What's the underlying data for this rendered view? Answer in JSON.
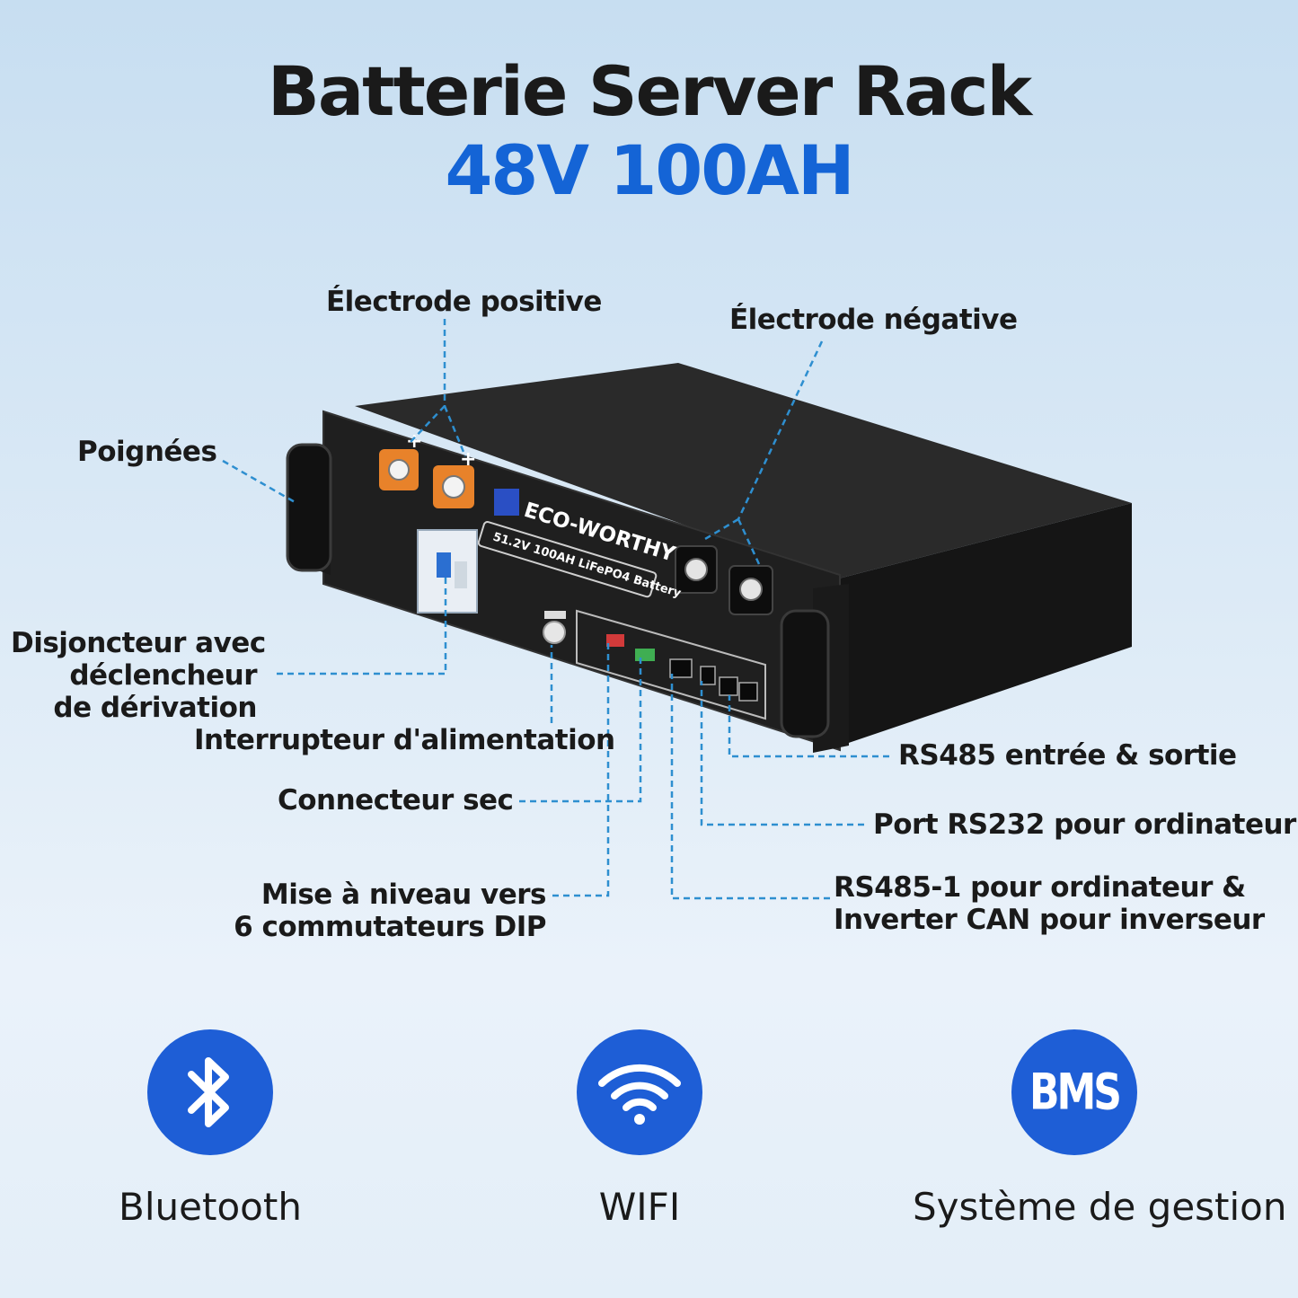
{
  "header": {
    "title_line1": "Batterie Server Rack",
    "title_line2": "48V 100AH"
  },
  "battery": {
    "brand": "ECO-WORTHY",
    "model_label": "51.2V 100AH LiFePO4 Battery"
  },
  "callouts": {
    "positive_electrode": "Électrode positive",
    "negative_electrode": "Électrode négative",
    "handles": "Poignées",
    "breaker_line1": "Disjoncteur avec",
    "breaker_line2": "déclencheur",
    "breaker_line3": "de dérivation",
    "power_switch": "Interrupteur d'alimentation",
    "dry_connector": "Connecteur sec",
    "dip_line1": "Mise à niveau vers",
    "dip_line2": "6 commutateurs DIP",
    "rs485_io": "RS485 entrée & sortie",
    "rs232": "Port RS232 pour ordinateur",
    "rs485_can_line1": "RS485-1 pour ordinateur &",
    "rs485_can_line2": "Inverter CAN pour inverseur"
  },
  "features": [
    {
      "label": "Bluetooth",
      "icon": "bluetooth-icon"
    },
    {
      "label": "WIFI",
      "icon": "wifi-icon"
    },
    {
      "label": "Système de gestion",
      "icon": "bms-icon",
      "icon_text": "BMS"
    }
  ],
  "colors": {
    "accent_blue": "#1464d6",
    "icon_circle": "#1e5ed6",
    "callout_line": "#2e8fd0",
    "terminal_orange": "#e8822a"
  }
}
